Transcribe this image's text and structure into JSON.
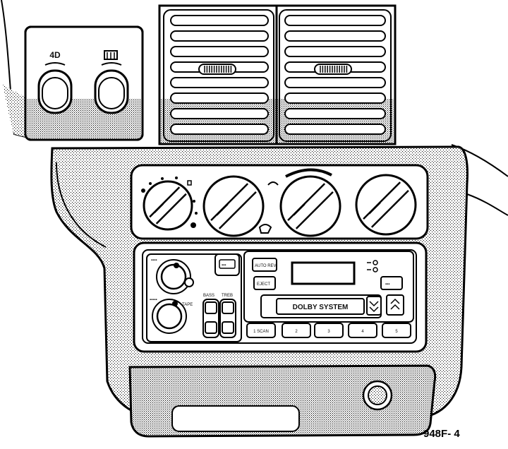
{
  "switch_panel": {
    "left_switch_label": "4D",
    "right_switch_icon": "rear-defrost-icon"
  },
  "radio": {
    "dolby_label": "DOLBY SYSTEM",
    "eject_label": "EJECT",
    "auto_rev_label": "AUTO REV",
    "tape_label": "TAPE",
    "bass_label": "BASS",
    "treb_label": "TREB",
    "preset_labels": [
      "1 SCAN",
      "2",
      "3",
      "4",
      "5"
    ]
  },
  "figure_code": "948F- 4",
  "colors": {
    "line": "#000000",
    "paper": "#ffffff",
    "shade": "#8a8a8a"
  }
}
